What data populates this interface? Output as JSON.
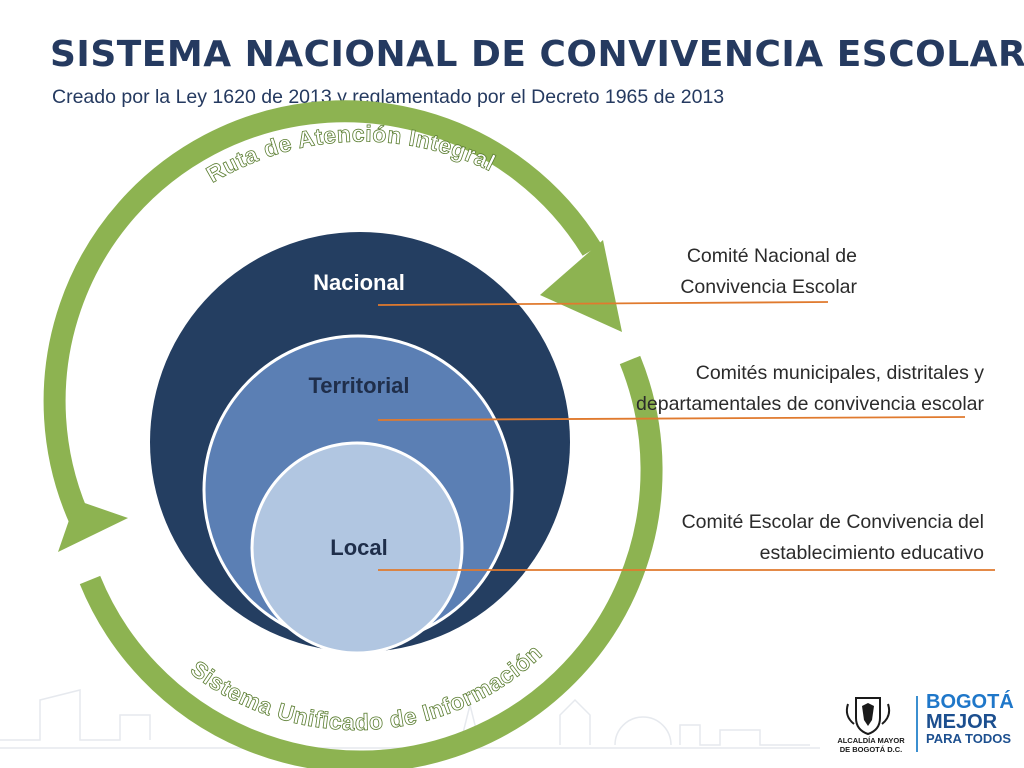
{
  "header": {
    "title": "SISTEMA NACIONAL DE CONVIVENCIA ESCOLAR",
    "subtitle": "Creado por la Ley 1620 de 2013 y reglamentado por el Decreto 1965 de 2013"
  },
  "cycle": {
    "top_label": "Ruta de Atención Integral",
    "bottom_label": "Sistema Unificado de Información"
  },
  "levels": [
    {
      "label": "Nacional",
      "color": "#243e61"
    },
    {
      "label": "Territorial",
      "color": "#5b7fb4"
    },
    {
      "label": "Local",
      "color": "#b1c6e1"
    }
  ],
  "committees": [
    {
      "line1": "Comité Nacional de",
      "line2": "Convivencia Escolar"
    },
    {
      "line1": "Comités municipales, distritales y",
      "line2": "departamentales de convivencia escolar"
    },
    {
      "line1": "Comité Escolar de Convivencia del",
      "line2": "establecimiento educativo"
    }
  ],
  "logos": {
    "alcaldia_line1": "ALCALDÍA MAYOR",
    "alcaldia_line2": "DE BOGOTÁ D.C.",
    "brand_line1": "BOGOTÁ",
    "brand_line2": "MEJOR",
    "brand_line3": "PARA TODOS"
  },
  "colors": {
    "title": "#253a60",
    "ring_green": "#8db351",
    "connector_orange": "#e07a2e"
  }
}
